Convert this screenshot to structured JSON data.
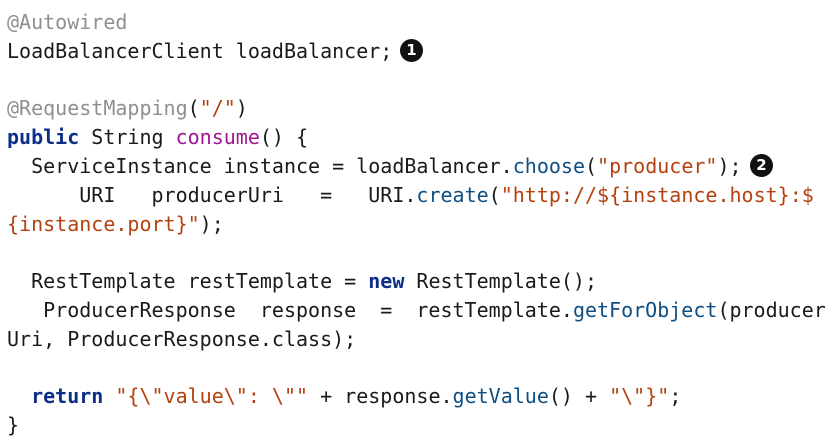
{
  "code": {
    "lines": [
      {
        "tokens": [
          {
            "t": "annotation",
            "v": "@Autowired"
          }
        ]
      },
      {
        "tokens": [
          {
            "t": "type",
            "v": "LoadBalancerClient"
          },
          {
            "t": "plain",
            "v": " loadBalancer;"
          }
        ],
        "callout": "1"
      },
      {
        "tokens": []
      },
      {
        "tokens": [
          {
            "t": "annotation",
            "v": "@RequestMapping"
          },
          {
            "t": "plain",
            "v": "("
          },
          {
            "t": "string",
            "v": "\"/\""
          },
          {
            "t": "plain",
            "v": ")"
          }
        ]
      },
      {
        "tokens": [
          {
            "t": "keyword",
            "v": "public"
          },
          {
            "t": "plain",
            "v": " String "
          },
          {
            "t": "method-decl",
            "v": "consume"
          },
          {
            "t": "plain",
            "v": "() {"
          }
        ]
      },
      {
        "tokens": [
          {
            "t": "plain",
            "v": "  ServiceInstance instance = loadBalancer."
          },
          {
            "t": "method",
            "v": "choose"
          },
          {
            "t": "plain",
            "v": "("
          },
          {
            "t": "string",
            "v": "\"producer\""
          },
          {
            "t": "plain",
            "v": ");"
          }
        ],
        "callout": "2"
      },
      {
        "tokens": [
          {
            "t": "plain",
            "v": "      URI   producerUri   =   URI."
          },
          {
            "t": "method",
            "v": "create"
          },
          {
            "t": "plain",
            "v": "("
          },
          {
            "t": "string",
            "v": "\"http://${instance.host}:$"
          }
        ]
      },
      {
        "tokens": [
          {
            "t": "string",
            "v": "{instance.port}\""
          },
          {
            "t": "plain",
            "v": ");"
          }
        ]
      },
      {
        "tokens": []
      },
      {
        "tokens": [
          {
            "t": "plain",
            "v": "  RestTemplate restTemplate = "
          },
          {
            "t": "keyword",
            "v": "new"
          },
          {
            "t": "plain",
            "v": " RestTemplate();"
          }
        ]
      },
      {
        "tokens": [
          {
            "t": "plain",
            "v": "   ProducerResponse  response  =  restTemplate."
          },
          {
            "t": "method",
            "v": "getForObject"
          },
          {
            "t": "plain",
            "v": "(producer"
          }
        ]
      },
      {
        "tokens": [
          {
            "t": "plain",
            "v": "Uri, ProducerResponse."
          },
          {
            "t": "field",
            "v": "class"
          },
          {
            "t": "plain",
            "v": ");"
          }
        ]
      },
      {
        "tokens": []
      },
      {
        "tokens": [
          {
            "t": "plain",
            "v": "  "
          },
          {
            "t": "keyword",
            "v": "return"
          },
          {
            "t": "plain",
            "v": " "
          },
          {
            "t": "string",
            "v": "\"{\\\"value\\\": \\\"\""
          },
          {
            "t": "plain",
            "v": " + response."
          },
          {
            "t": "method",
            "v": "getValue"
          },
          {
            "t": "plain",
            "v": "() + "
          },
          {
            "t": "string",
            "v": "\"\\\"}\""
          },
          {
            "t": "plain",
            "v": ";"
          }
        ]
      },
      {
        "tokens": [
          {
            "t": "plain",
            "v": "}"
          }
        ]
      }
    ]
  },
  "colors": {
    "annotation": "#8f8f8f",
    "keyword": "#0d2f8a",
    "method_decl": "#a1138f",
    "string": "#b4410f",
    "method": "#0f4f83",
    "plain": "#1a1a1a",
    "callout_bg": "#111111"
  }
}
